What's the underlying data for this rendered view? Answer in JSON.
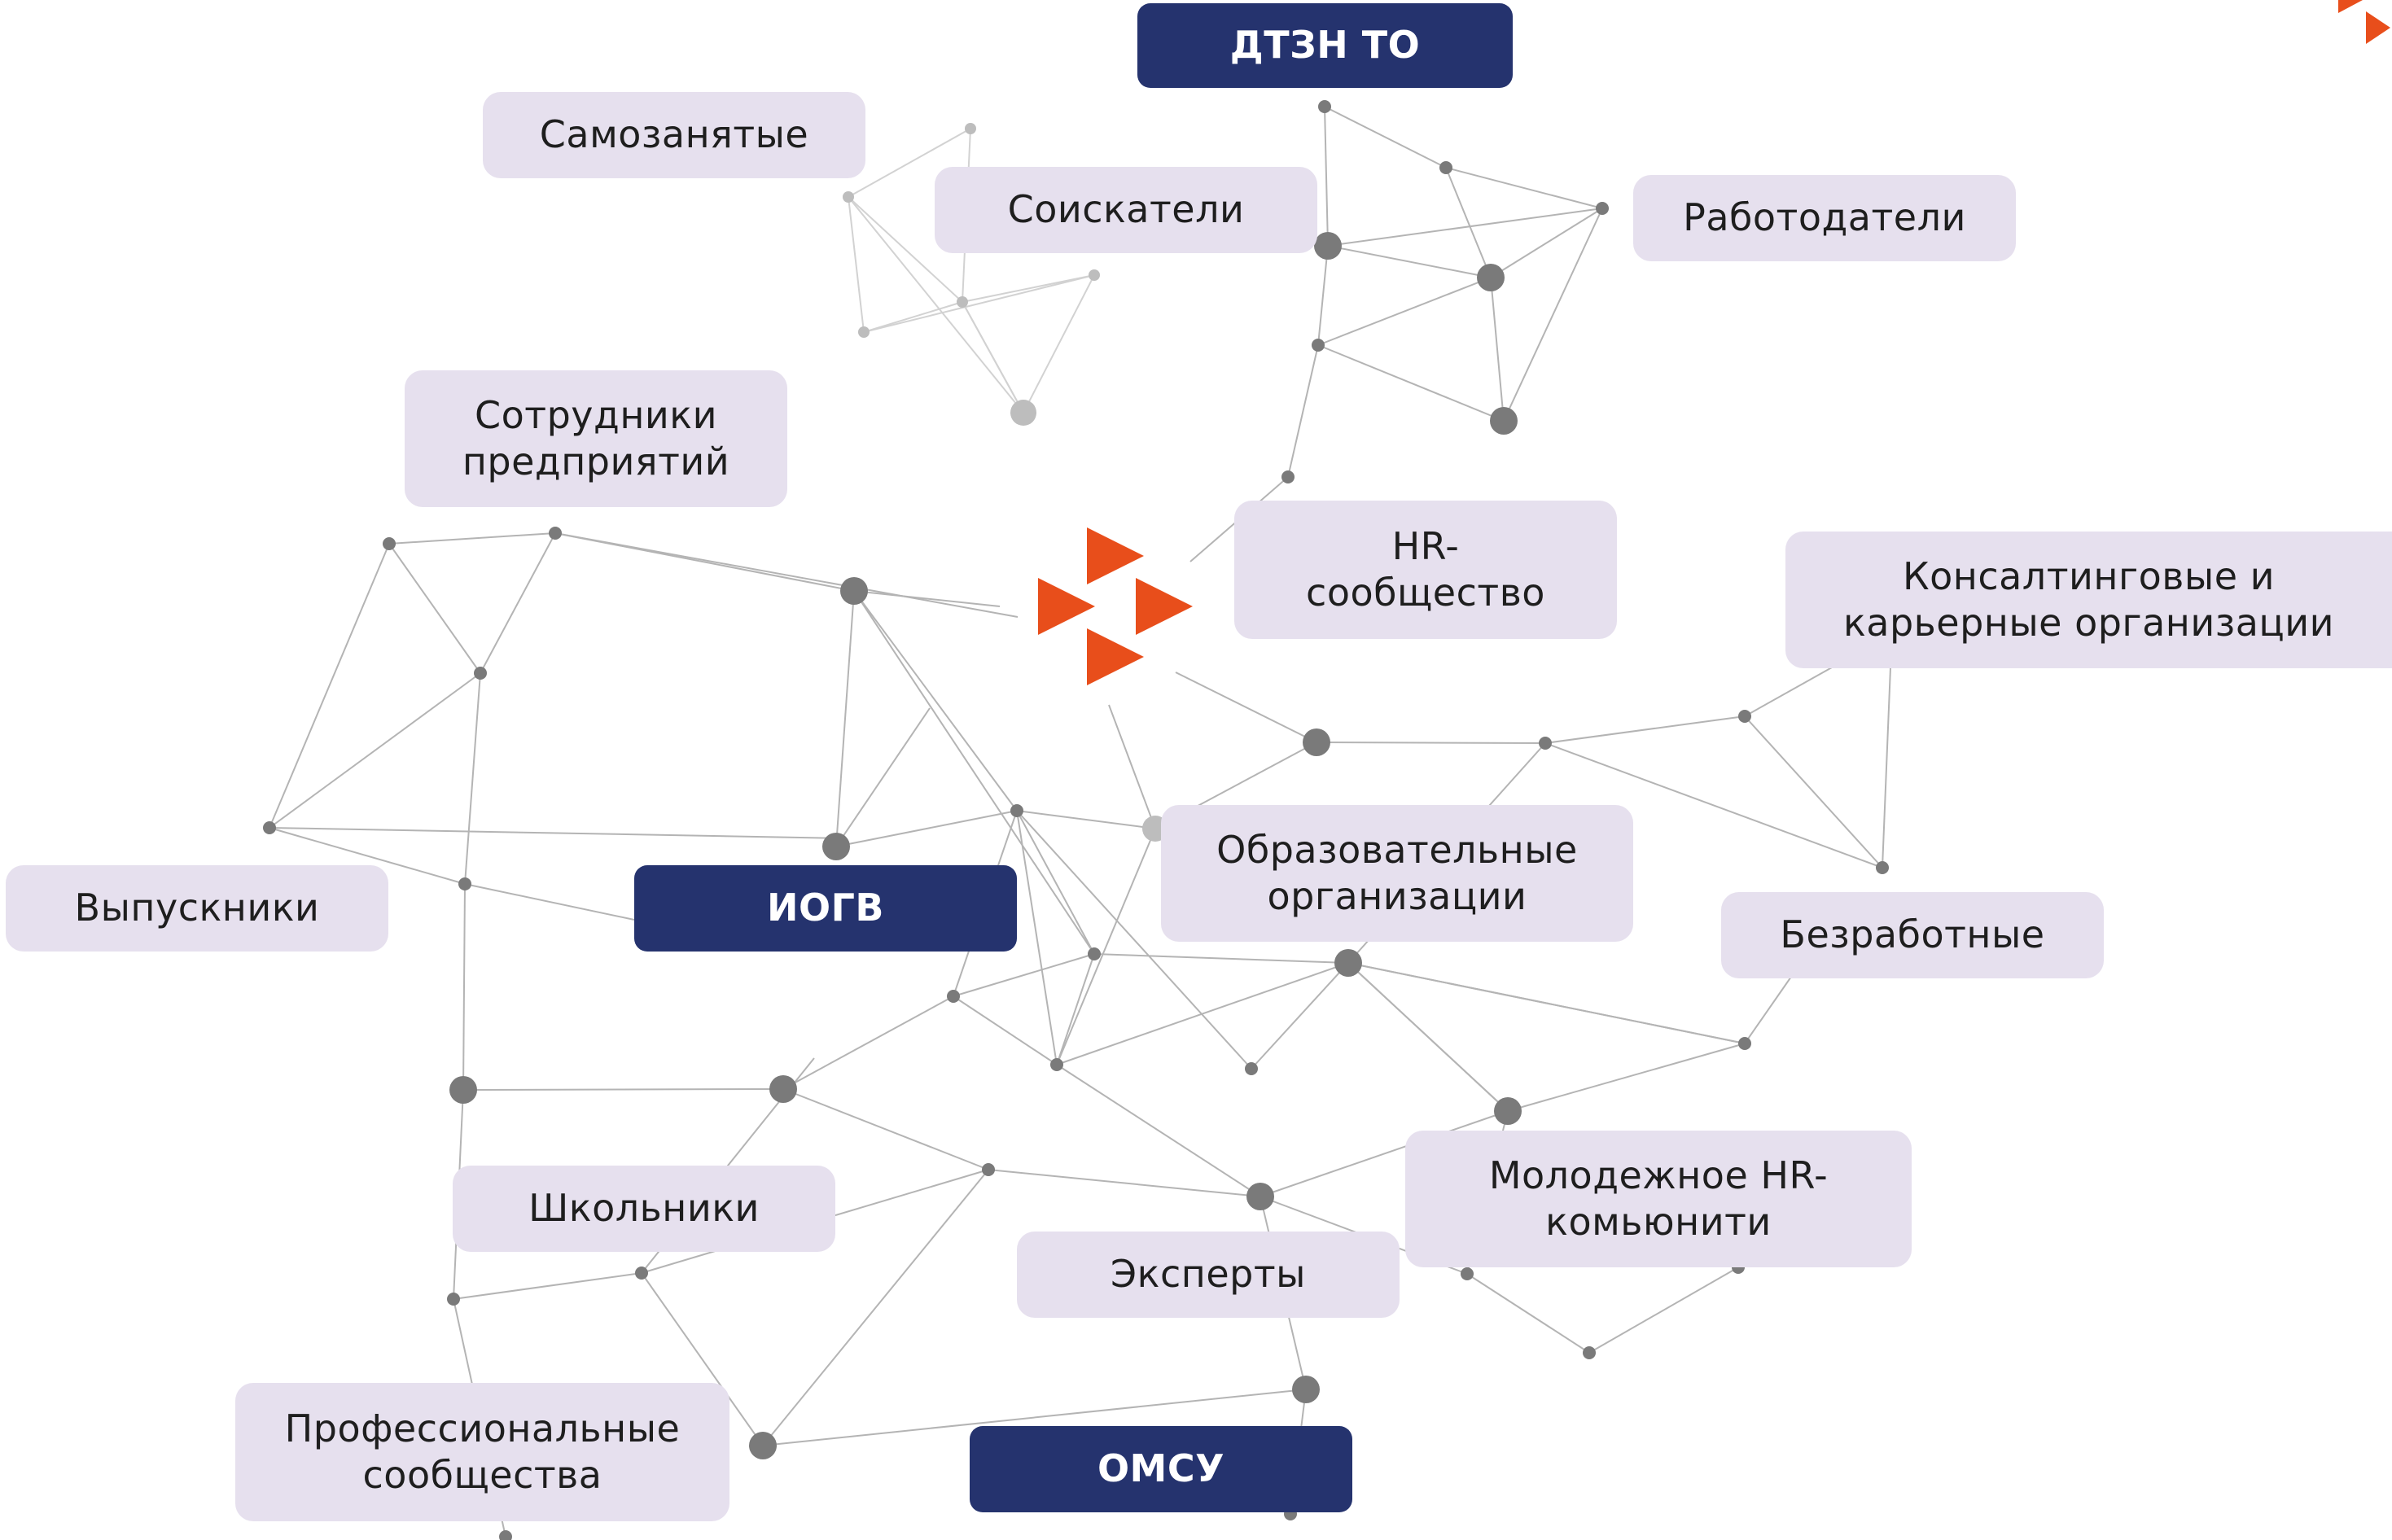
{
  "colors": {
    "box_fill": "#e6e0ee",
    "box_text": "#1e1e1e",
    "dark_box_fill": "#25336e",
    "dark_box_text": "#ffffff",
    "accent": "#e84e1b",
    "edge": "#b4b4b4",
    "edge_light": "#d2d2d2",
    "node": "#7a7a7a",
    "node_light": "#bdbdbd"
  },
  "logo": {
    "icon": "orange-triangles-logo-icon"
  },
  "corner_logo": {
    "icon": "orange-triangles-corner-icon"
  },
  "nodes": {
    "dtzn": {
      "label": "ДТЗН ТО"
    },
    "samozanyatye": {
      "label": "Самозанятые"
    },
    "soiskateli": {
      "label": "Соискатели"
    },
    "rabotodateli": {
      "label": "Работодатели"
    },
    "sotrudniki": {
      "label": "Сотрудники\nпредприятий"
    },
    "hr_community": {
      "label": "HR-\nсообщество"
    },
    "konsalting": {
      "label": "Консалтинговые и\nкарьерные организации"
    },
    "vypuskniki": {
      "label": "Выпускники"
    },
    "iogv": {
      "label": "ИОГВ"
    },
    "obrazovatelnye": {
      "label": "Образовательные\nорганизации"
    },
    "bezrabotnye": {
      "label": "Безработные"
    },
    "shkolniki": {
      "label": "Школьники"
    },
    "molodezhnoe": {
      "label": "Молодежное HR-\nкомьюнити"
    },
    "eksperty": {
      "label": "Эксперты"
    },
    "professionalnye": {
      "label": "Профессиональные\nсообщества"
    },
    "omsu": {
      "label": "ОМСУ"
    }
  }
}
